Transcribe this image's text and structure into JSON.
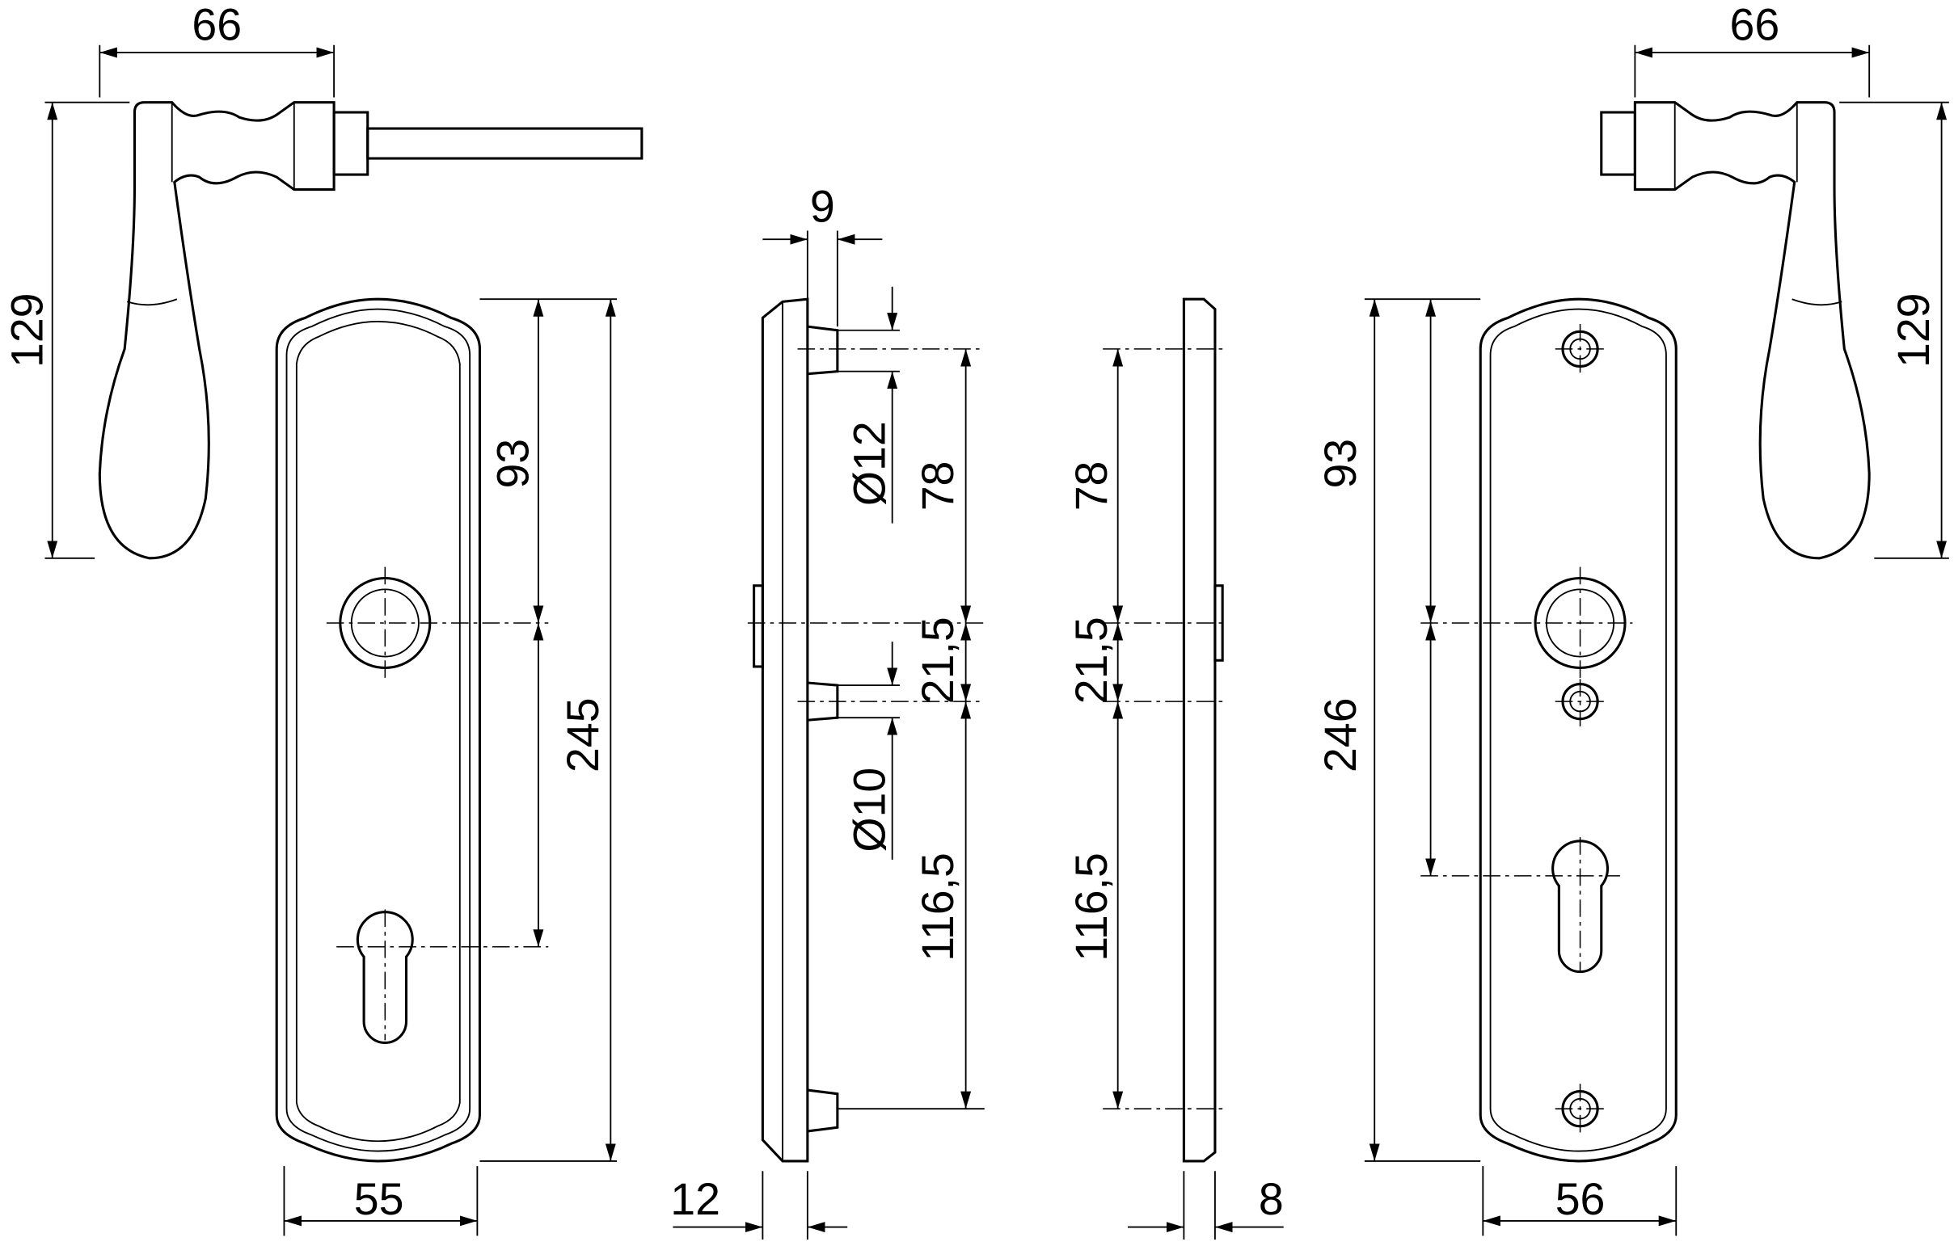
{
  "labels": {
    "handle_left_width": "66",
    "handle_left_height": "129",
    "side_offset": "9",
    "dia_12": "Ø12",
    "dist_78_a": "78",
    "dist_21_a": "21,5",
    "dia_10": "Ø10",
    "dist_116_a": "116,5",
    "plate_left_93": "93",
    "plate_left_245": "245",
    "plate_left_width": "55",
    "side_thickness_12": "12",
    "dist_78_b": "78",
    "dist_21_b": "21,5",
    "dist_116_b": "116,5",
    "side_thickness_8": "8",
    "plate_right_93": "93",
    "plate_right_246": "246",
    "plate_right_width": "56",
    "handle_right_width": "66",
    "handle_right_height": "129"
  }
}
